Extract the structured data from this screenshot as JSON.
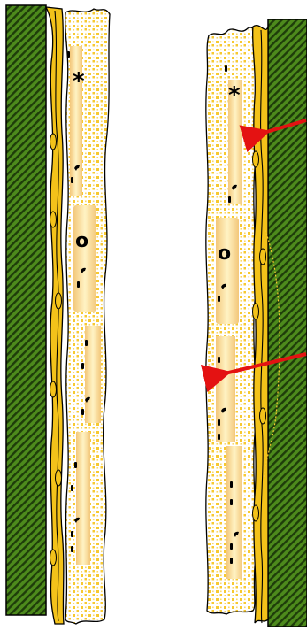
{
  "colors": {
    "wall_fill": "#4d8a1c",
    "wall_stripe": "#1e3d0a",
    "membrane_yellow": "#f3c21a",
    "dot_yellow": "#f7c930",
    "core_light": "#fff3c4",
    "core_mid": "#f3c77a",
    "arrow_red": "#e41212",
    "outline": "#000000"
  },
  "left_panel": {
    "marks": [
      "*",
      "o"
    ]
  },
  "right_panel": {
    "marks": [
      "*",
      "o"
    ]
  },
  "annotations": {
    "arrow_count": 2
  }
}
